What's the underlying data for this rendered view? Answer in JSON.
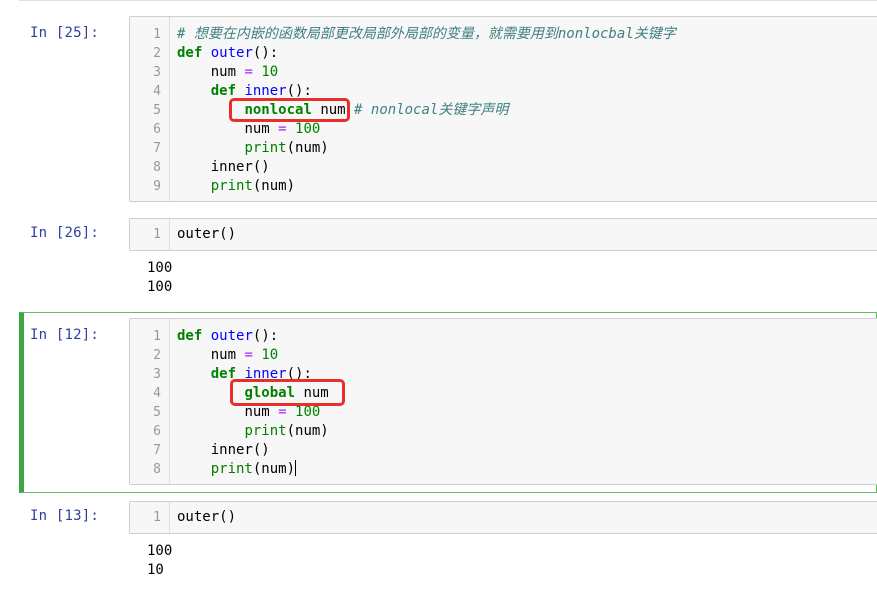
{
  "cells": [
    {
      "prompt": "In  [25]:",
      "lines": [
        {
          "n": "1",
          "comment": "# 想要在内嵌的函数局部更改局部外局部的变量，就需要用到nonlocbal关键字"
        },
        {
          "n": "2",
          "kw": "def",
          "name": "outer",
          "rest": "():"
        },
        {
          "n": "3",
          "var": "num",
          "op": "=",
          "lit": "10"
        },
        {
          "n": "4",
          "kw": "def",
          "name": "inner",
          "rest": "():"
        },
        {
          "n": "5",
          "kw": "nonlocal",
          "var": "num",
          "comment": "# nonlocal关键字声明"
        },
        {
          "n": "6",
          "var": "num",
          "op": "=",
          "lit": "100"
        },
        {
          "n": "7",
          "fn": "print",
          "rest": "(num)"
        },
        {
          "n": "8",
          "call": "inner",
          "rest": "()"
        },
        {
          "n": "9",
          "fn": "print",
          "rest": "(num)"
        }
      ]
    },
    {
      "prompt": "In  [26]:",
      "lines": [
        {
          "n": "1",
          "text": "outer()"
        }
      ],
      "output": [
        "100",
        "100"
      ]
    },
    {
      "prompt": "In  [12]:",
      "lines": [
        {
          "n": "1",
          "kw": "def",
          "name": "outer",
          "rest": "():"
        },
        {
          "n": "2",
          "var": "num",
          "op": "=",
          "lit": "10"
        },
        {
          "n": "3",
          "kw": "def",
          "name": "inner",
          "rest": "():"
        },
        {
          "n": "4",
          "kw": "global",
          "var": "num"
        },
        {
          "n": "5",
          "var": "num",
          "op": "=",
          "lit": "100"
        },
        {
          "n": "6",
          "fn": "print",
          "rest": "(num)"
        },
        {
          "n": "7",
          "call": "inner",
          "rest": "()"
        },
        {
          "n": "8",
          "fn": "print",
          "rest": "(num)"
        }
      ]
    },
    {
      "prompt": "In  [13]:",
      "lines": [
        {
          "n": "1",
          "text": "outer()"
        }
      ],
      "output": [
        "100",
        "10"
      ]
    }
  ],
  "colors": {
    "keyword": "#008000",
    "function_name": "#0000ff",
    "operator": "#aa22ff",
    "comment": "#408080",
    "prompt": "#303f9f",
    "highlight": "#e8302a",
    "selected_cell": "#42a545"
  }
}
